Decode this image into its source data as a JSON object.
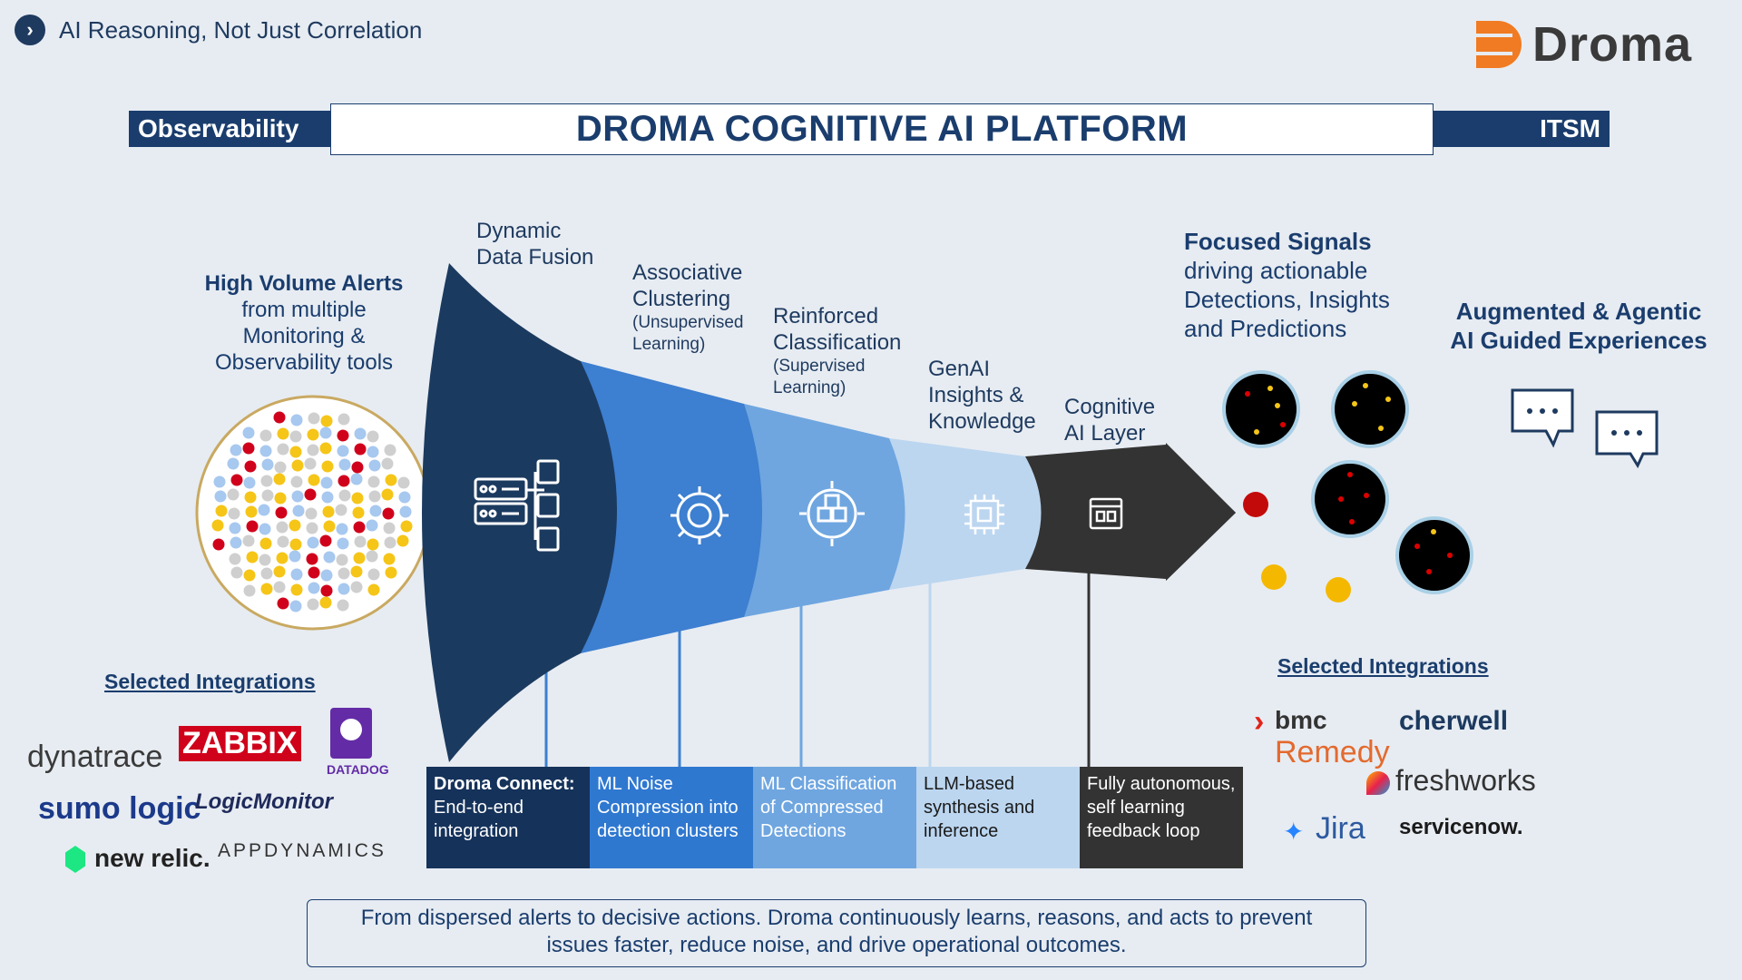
{
  "header": {
    "nav_text": "AI Reasoning, Not Just Correlation",
    "brand_name": "Droma",
    "left_band": "Observability",
    "right_band": "ITSM",
    "title": "DROMA COGNITIVE AI PLATFORM"
  },
  "input": {
    "title": "High Volume Alerts",
    "lines": [
      "from multiple",
      "Monitoring &",
      "Observability tools"
    ]
  },
  "stages": [
    {
      "title_1": "Dynamic",
      "title_2": "Data Fusion",
      "sub": "",
      "box_title": "Droma Connect:",
      "box_text": "End-to-end integration",
      "color": "#1b3a5f"
    },
    {
      "title_1": "Associative",
      "title_2": "Clustering",
      "sub": "(Unsupervised Learning)",
      "box_title": "",
      "box_text": "ML Noise Compression into detection clusters",
      "color": "#3d7fd0"
    },
    {
      "title_1": "Reinforced",
      "title_2": "Classification",
      "sub": "(Supervised Learning)",
      "box_title": "",
      "box_text": "ML Classification of Compressed Detections",
      "color": "#6fa6e0"
    },
    {
      "title_1": "GenAI",
      "title_2": "Insights & Knowledge",
      "sub": "",
      "box_title": "",
      "box_text": "LLM-based synthesis and inference",
      "color": "#bcd6f0"
    },
    {
      "title_1": "Cognitive",
      "title_2": "AI Layer",
      "sub": "",
      "box_title": "",
      "box_text": "Fully autonomous, self learning feedback loop",
      "color": "#333333"
    }
  ],
  "output": {
    "title": "Focused Signals",
    "lines": [
      "driving actionable",
      "Detections, Insights",
      "and Predictions"
    ],
    "augment_1": "Augmented & Agentic",
    "augment_2": "AI Guided Experiences"
  },
  "integrations_left": {
    "heading": "Selected Integrations",
    "brands": [
      "dynatrace",
      "ZABBIX",
      "DATADOG",
      "sumo logic",
      "LogicMonitor",
      "new relic.",
      "APPDYNAMICS"
    ]
  },
  "integrations_right": {
    "heading": "Selected Integrations",
    "brands": [
      "bmc",
      "Remedy",
      "cherwell",
      "freshworks",
      "Jira",
      "servicenow."
    ]
  },
  "footer": {
    "line_1": "From dispersed alerts to decisive actions. Droma continuously learns, reasons, and acts to prevent",
    "line_2": "issues faster, reduce noise, and drive operational outcomes."
  },
  "colors": {
    "navy": "#1a3d6d",
    "orange": "#f07b22",
    "alert_red": "#d0021b",
    "alert_yellow": "#f5c518",
    "alert_blue": "#a7c8ef",
    "alert_gray": "#cfcfcf"
  }
}
